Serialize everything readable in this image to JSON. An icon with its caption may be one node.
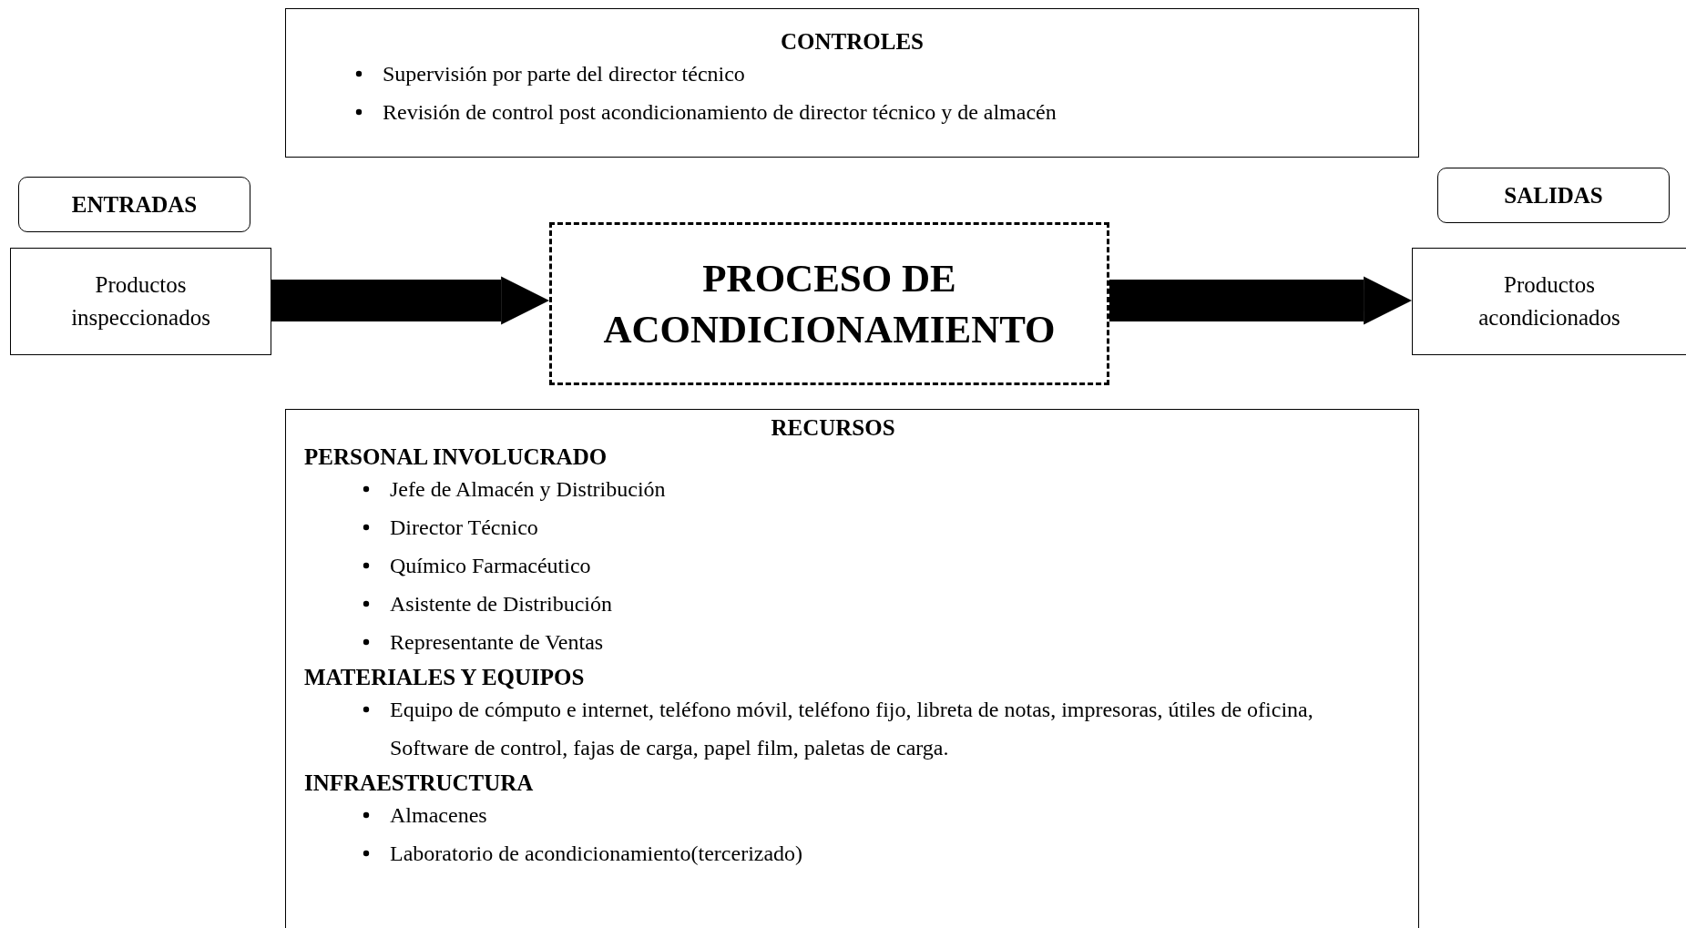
{
  "diagram": {
    "nodes": [
      {
        "text": [
          "CONTROLES",
          "Supervisión por parte del director técnico",
          "Revisión de control post acondicionamiento de director técnico y de almacén"
        ]
      },
      {
        "text": [
          "ENTRADAS"
        ]
      },
      {
        "text": [
          "Productos inspeccionados"
        ]
      },
      {
        "text": [
          "PROCESO DE ACONDICIONAMIENTO"
        ]
      },
      {
        "text": [
          "SALIDAS"
        ]
      },
      {
        "text": [
          "Productos acondicionados"
        ]
      },
      {
        "text": [
          "RECURSOS",
          "PERSONAL INVOLUCRADO",
          "Jefe de Almacén y Distribución",
          "Director Técnico",
          "Químico Farmacéutico",
          "Asistente de Distribución",
          "Representante de Ventas",
          "MATERIALES Y EQUIPOS",
          "Equipo de cómputo e internet, teléfono móvil, teléfono fijo, libreta de notas, impresoras, útiles de oficina, Software de control, fajas de carga, papel film, paletas de carga.",
          "INFRAESTRUCTURA",
          "Almacenes",
          "Laboratorio de acondicionamiento(tercerizado)"
        ]
      }
    ],
    "edges": [
      {
        "from": 2,
        "to": 3,
        "arrow": "to"
      },
      {
        "from": 3,
        "to": 5,
        "arrow": "to"
      }
    ]
  }
}
